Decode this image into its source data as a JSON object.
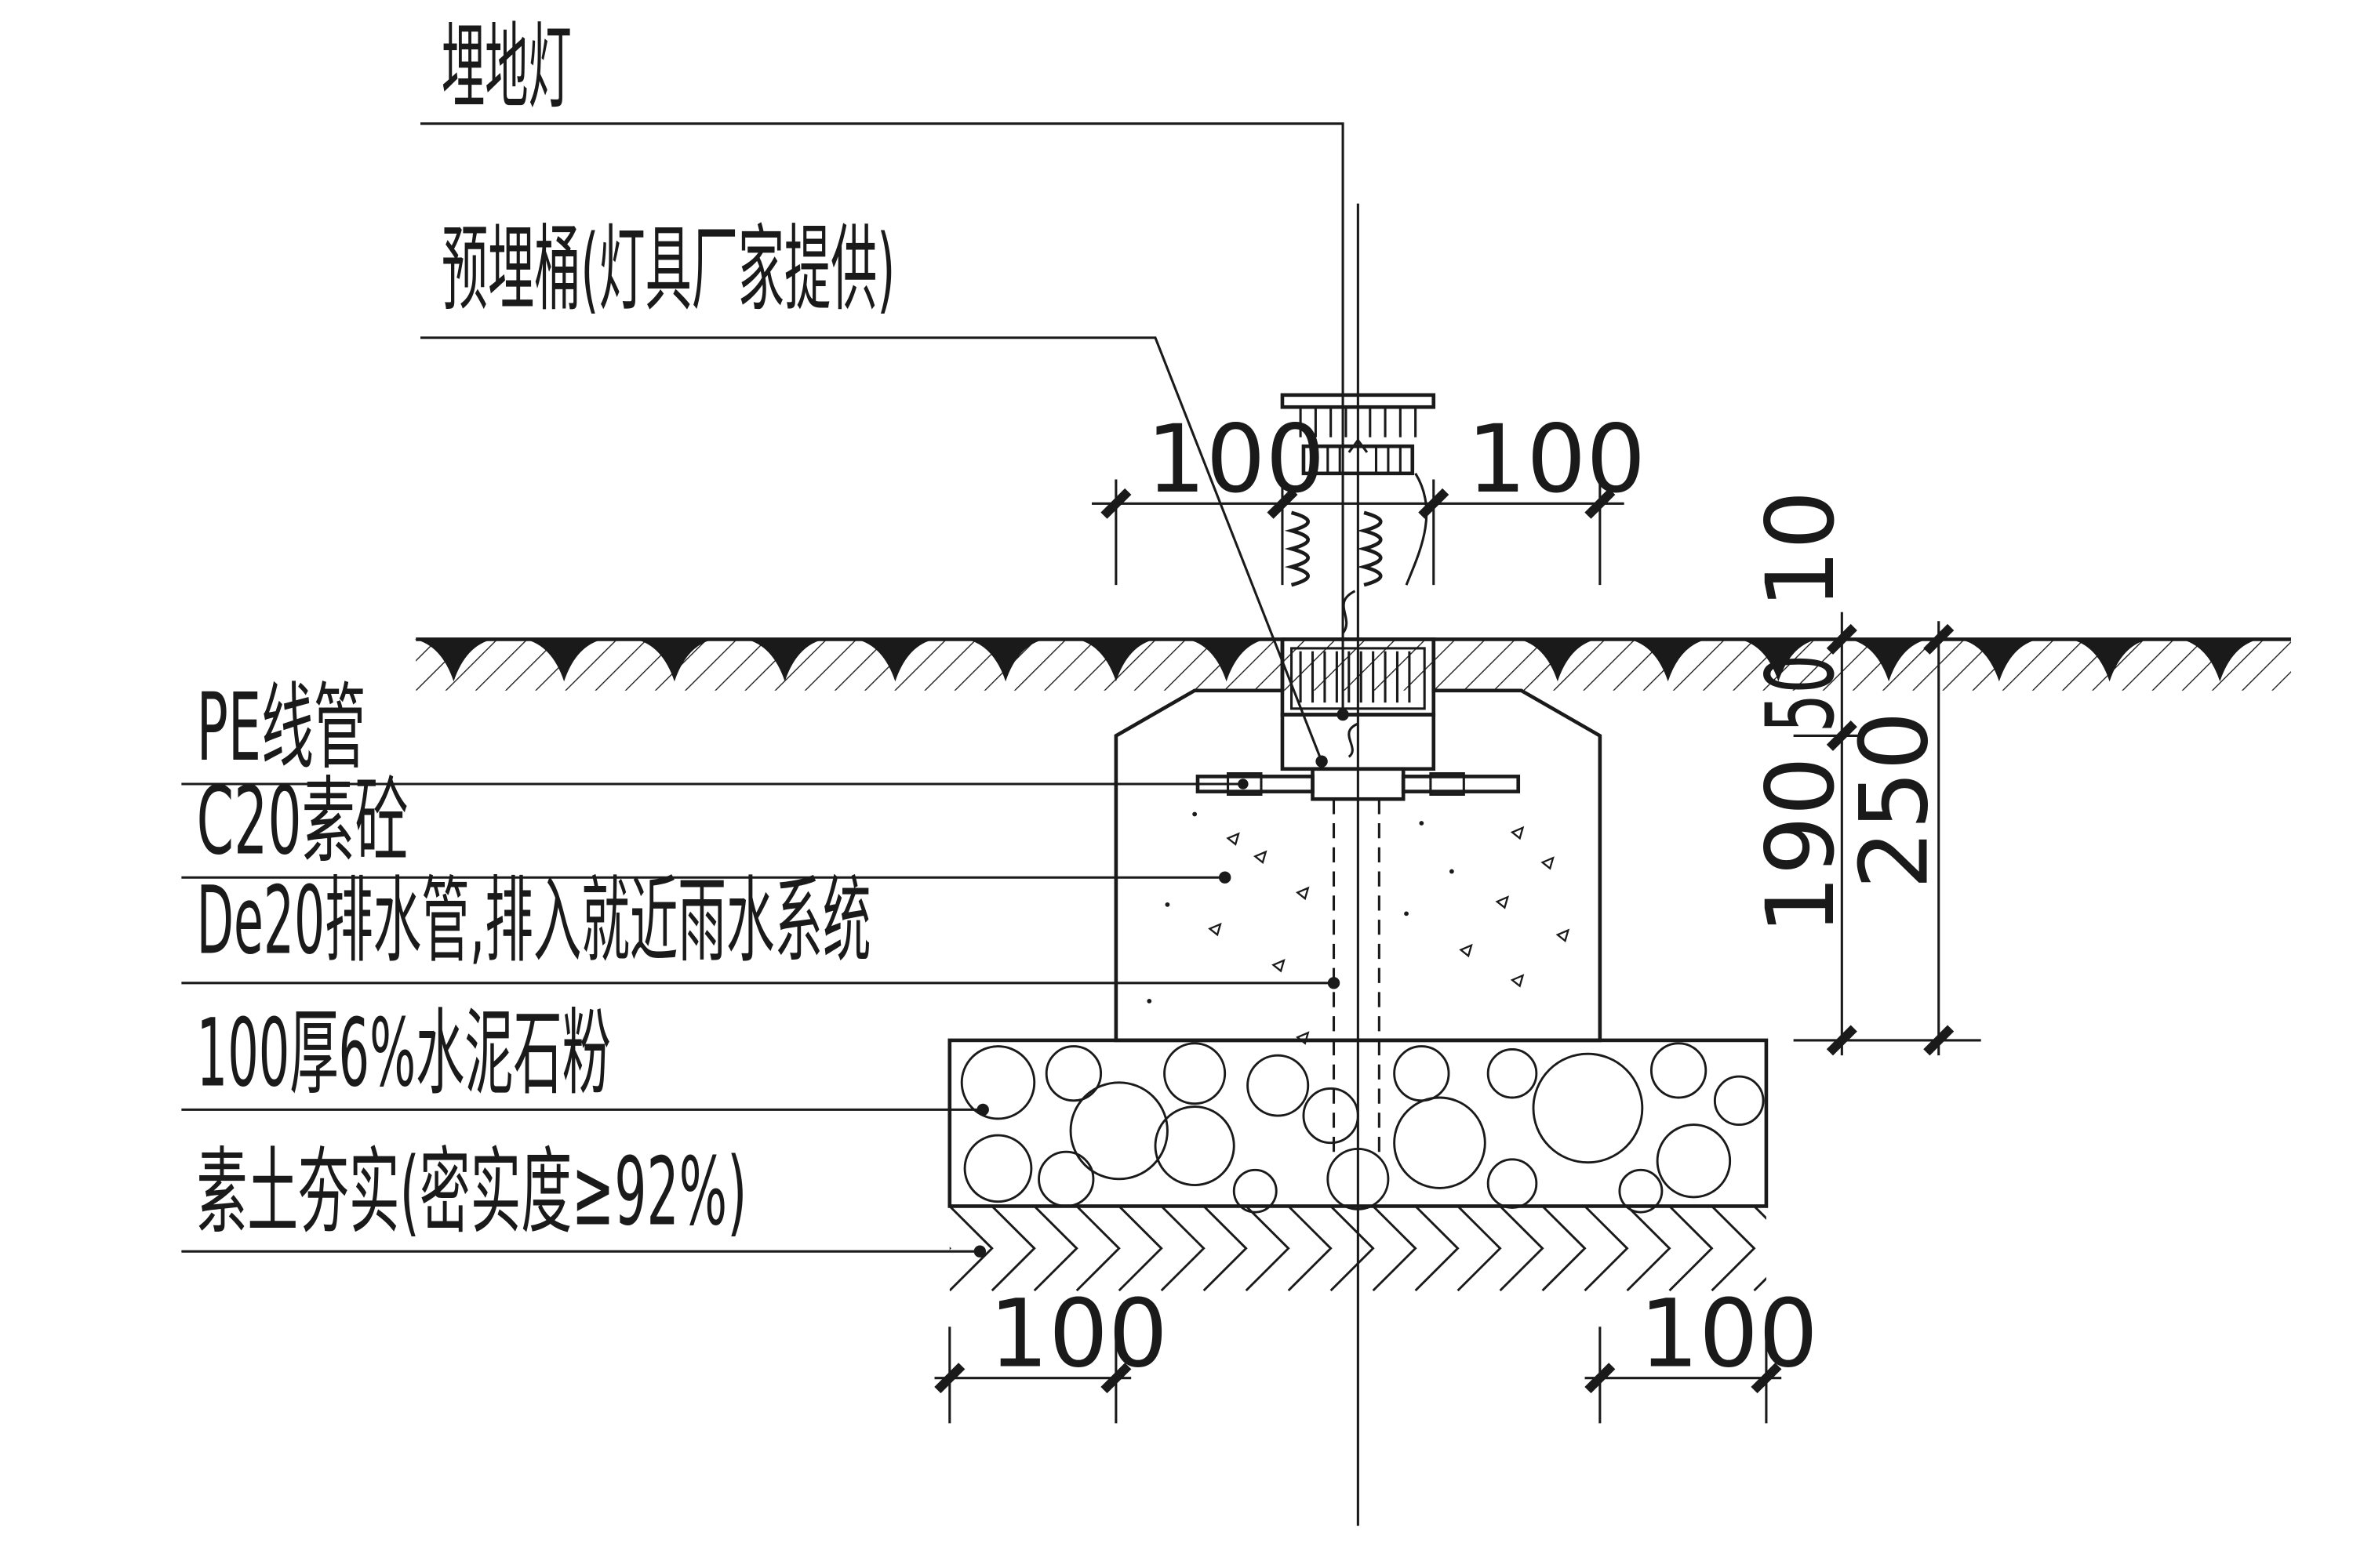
{
  "labels": {
    "buried_light": "埋地灯",
    "embedded_bucket": "预埋桶(灯具厂家提供)",
    "pe_conduit": "PE线管",
    "c20_concrete": "C20素砼",
    "drain_pipe": "De20排水管,排入就近雨水系统",
    "cement_stone": "100厚6%水泥石粉",
    "compacted_soil": "素土夯实(密实度≥92%)"
  },
  "dimensions": {
    "top_left": "100",
    "top_right": "100",
    "bottom_left": "100",
    "bottom_right": "100",
    "v_10": "10",
    "v_50": "50",
    "v_190": "190",
    "v_250": "250"
  }
}
